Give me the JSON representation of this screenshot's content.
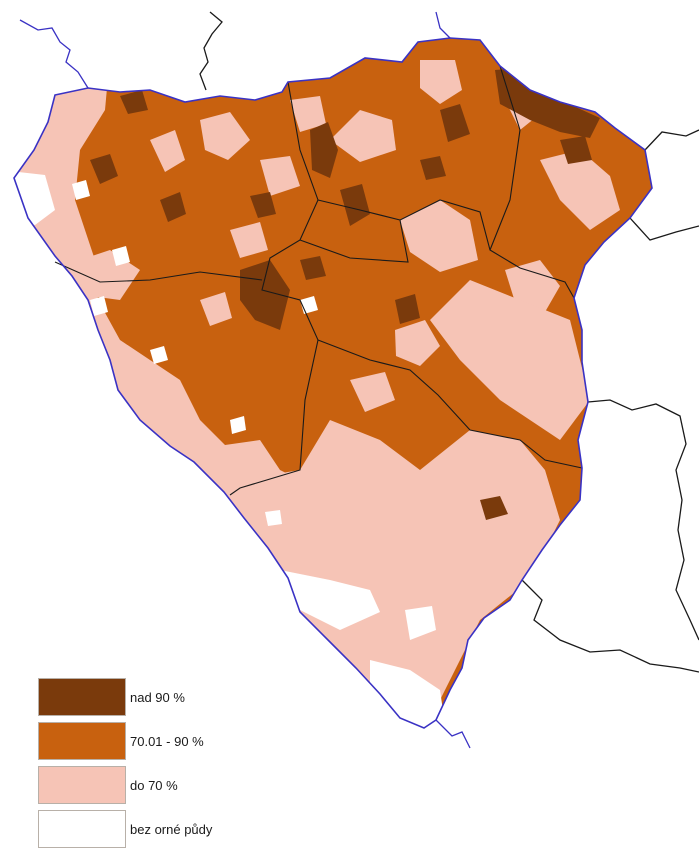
{
  "colors": {
    "nad_90": "#7a3a0c",
    "p70_90": "#c8610f",
    "do_70": "#f6c4b6",
    "bez": "#ffffff",
    "region_border": "#3a32c4",
    "district_border": "#1a1a1a"
  },
  "legend": [
    {
      "label": "nad  90 %",
      "color": "#7a3a0c"
    },
    {
      "label": "70.01 - 90 %",
      "color": "#c8610f"
    },
    {
      "label": "do 70 %",
      "color": "#f6c4b6"
    },
    {
      "label": "bez orné půdy",
      "color": "#ffffff"
    }
  ]
}
